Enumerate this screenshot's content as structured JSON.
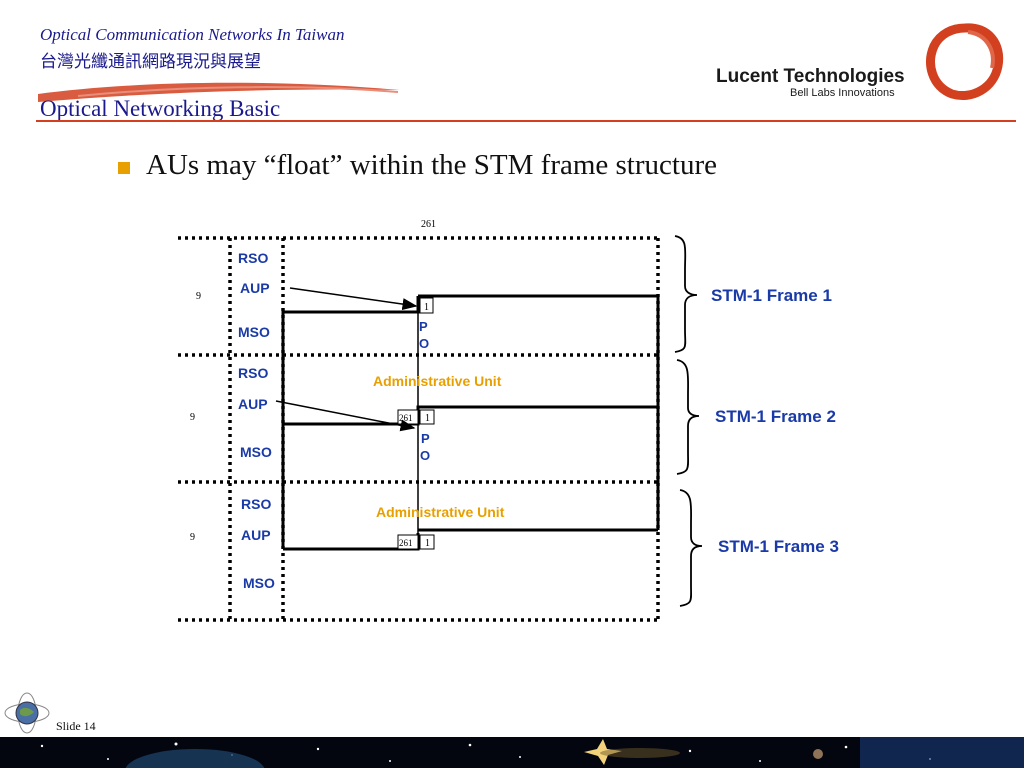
{
  "header": {
    "title_en": "Optical Communication Networks In Taiwan",
    "title_zh": "台灣光纖通訊網路現況與展望",
    "section": "Optical Networking Basic"
  },
  "brand": {
    "name": "Lucent Technologies",
    "tagline": "Bell Labs Innovations"
  },
  "bullet": "AUs may “float” within the STM frame structure",
  "footer": {
    "slide": "Slide 14"
  },
  "diagram": {
    "top_label": "261",
    "row_label": "9",
    "overhead": {
      "rso": "RSO",
      "aup": "AUP",
      "mso": "MSO"
    },
    "frames": [
      "STM-1 Frame 1",
      "STM-1 Frame 2",
      "STM-1 Frame 3"
    ],
    "au_label": "Administrative Unit",
    "po_p": "P",
    "po_o": "O",
    "box_1": "1",
    "box_261": "261"
  },
  "colors": {
    "header_text": "#1a1a8c",
    "label_blue": "#1a3aa8",
    "au_orange": "#e8a000",
    "logo_red": "#d2401f"
  }
}
